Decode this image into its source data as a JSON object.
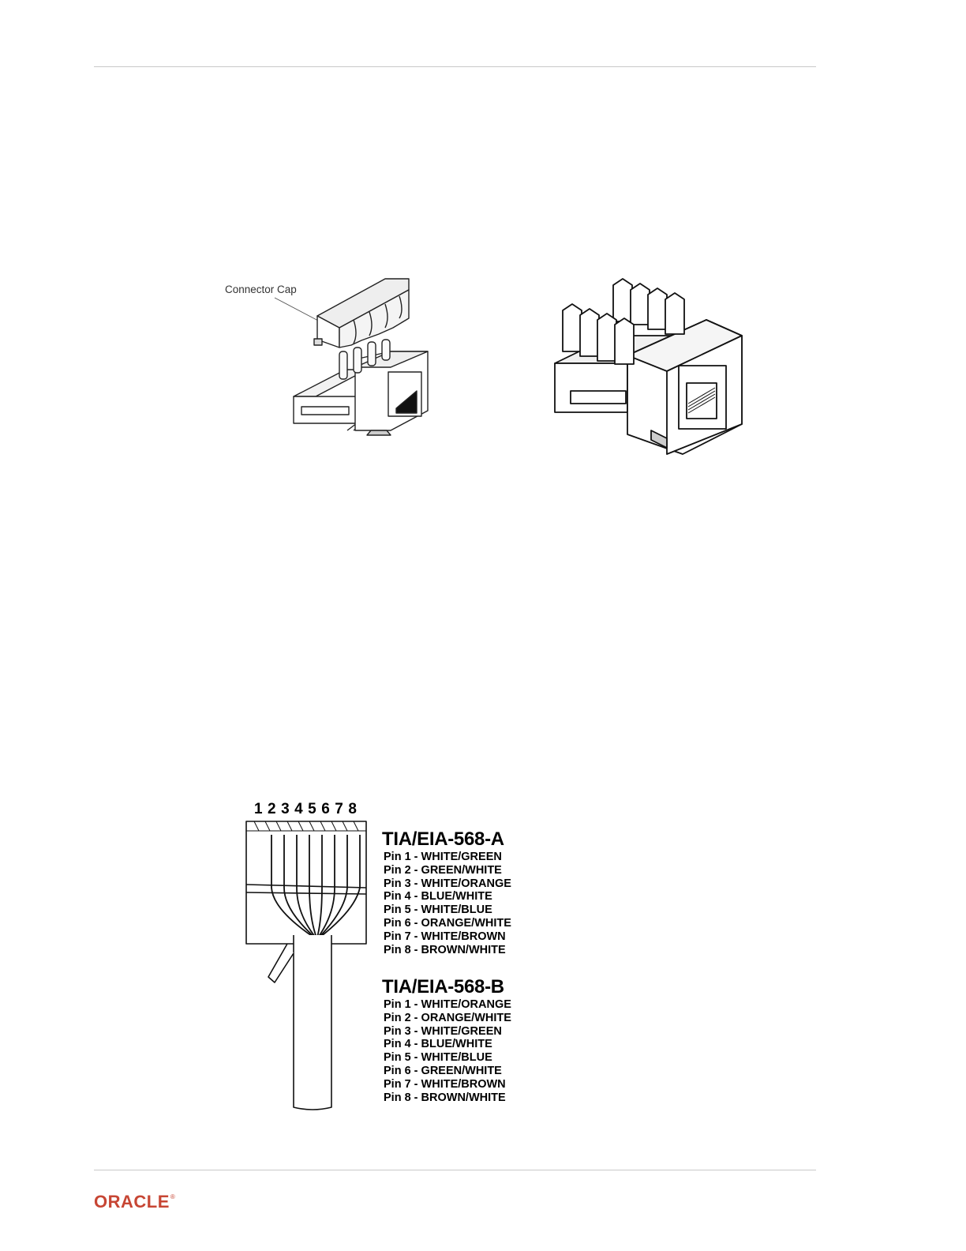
{
  "figure_top": {
    "callout_label": "Connector Cap"
  },
  "figure_bottom": {
    "pin_numbers": "1 2 3 4 5 6 7 8",
    "standard_a": {
      "title": "TIA/EIA-568-A",
      "pins": [
        "Pin 1 - WHITE/GREEN",
        "Pin 2 - GREEN/WHITE",
        "Pin 3 - WHITE/ORANGE",
        "Pin 4 - BLUE/WHITE",
        "Pin 5 - WHITE/BLUE",
        "Pin 6 - ORANGE/WHITE",
        "Pin 7 - WHITE/BROWN",
        "Pin 8 - BROWN/WHITE"
      ]
    },
    "standard_b": {
      "title": "TIA/EIA-568-B",
      "pins": [
        "Pin 1 - WHITE/ORANGE",
        "Pin 2 - ORANGE/WHITE",
        "Pin 3 - WHITE/GREEN",
        "Pin 4 - BLUE/WHITE",
        "Pin 5 - WHITE/BLUE",
        "Pin 6 - GREEN/WHITE",
        "Pin 7 - WHITE/BROWN",
        "Pin 8 - BROWN/WHITE"
      ]
    }
  },
  "footer": {
    "logo_text": "ORACLE",
    "logo_mark": "®",
    "brand_color": "#c74634"
  }
}
